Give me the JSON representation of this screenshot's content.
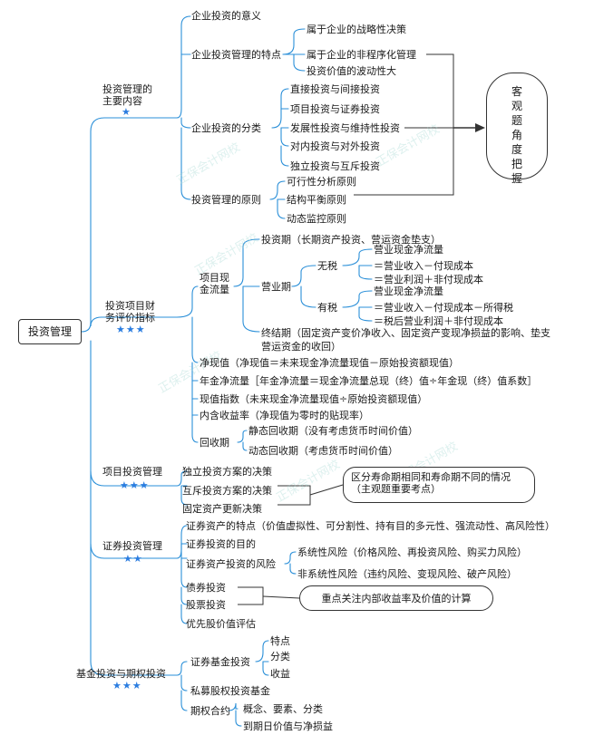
{
  "root": "投资管理",
  "stars": {
    "one": "★",
    "two": "★★",
    "three": "★★★"
  },
  "sec1": {
    "title": "投资管理的\n主要内容",
    "meaning": "企业投资的意义",
    "features": {
      "label": "企业投资管理的特点",
      "items": [
        "属于企业的战略性决策",
        "属于企业的非程序化管理",
        "投资价值的波动性大"
      ]
    },
    "classify": {
      "label": "企业投资的分类",
      "items": [
        "直接投资与间接投资",
        "项目投资与证券投资",
        "发展性投资与维持性投资",
        "对内投资与对外投资",
        "独立投资与互斥投资"
      ]
    },
    "principles": {
      "label": "投资管理的原则",
      "items": [
        "可行性分析原则",
        "结构平衡原则",
        "动态监控原则"
      ]
    },
    "note": "客\n观\n题\n角\n度\n把\n握"
  },
  "sec2": {
    "title": "投资项目财\n务评价指标",
    "cashflow": "项目现\n金流量",
    "invest": "投资期（长期资产投资、营运资金垫支）",
    "operate": "营业期",
    "notax": {
      "label": "无税",
      "lines": [
        "营业现金净流量",
        "＝营业收入－付现成本",
        "＝营业利润＋非付现成本"
      ]
    },
    "tax": {
      "label": "有税",
      "lines": [
        "营业现金净流量",
        "＝营业收入－付现成本－所得税",
        "＝税后营业利润＋非付现成本"
      ]
    },
    "end": "终结期（固定资产变价净收入、固定资产变现净损益的影响、垫支\n营运资金的收回）",
    "npv": "净现值（净现值＝未来现金净流量现值－原始投资额现值）",
    "annual": "年金净流量［年金净流量＝现金净流量总现（终）值÷年金现（终）值系数］",
    "pi": "现值指数（未来现金净流量现值÷原始投资额现值）",
    "irr": "内含收益率（净现值为零时的贴现率）",
    "payback": {
      "label": "回收期",
      "items": [
        "静态回收期（没有考虑货币时间价值）",
        "动态回收期（考虑货币时间价值）"
      ]
    }
  },
  "sec3": {
    "title": "项目投资管理",
    "items": [
      "独立投资方案的决策",
      "互斥投资方案的决策",
      "固定资产更新决策"
    ],
    "note": "区分寿命期相同和寿命期不同的情况\n（主观题重要考点）"
  },
  "sec4": {
    "title": "证券投资管理",
    "items": [
      "证券资产的特点（价值虚拟性、可分割性、持有目的多元性、强流动性、高风险性）",
      "证券投资的目的",
      "证券资产投资的风险"
    ],
    "risks": [
      "系统性风险（价格风险、再投资风险、购买力风险）",
      "非系统性风险（违约风险、变现风险、破产风险）"
    ],
    "bond": "债券投资",
    "stock": "股票投资",
    "pref": "优先股价值评估",
    "note": "重点关注内部收益率及价值的计算"
  },
  "sec5": {
    "title": "基金投资与期权投资",
    "fund": {
      "label": "证券基金投资",
      "items": [
        "特点",
        "分类",
        "收益"
      ]
    },
    "pe": "私募股权投资基金",
    "option": {
      "label": "期权合约",
      "items": [
        "概念、要素、分类",
        "到期日价值与净损益"
      ]
    }
  },
  "watermarks": [
    "正保会计网校",
    "正保会计网校",
    "正保会计网校",
    "正保会计网校",
    "正保会计网校",
    "正保会计网校"
  ]
}
